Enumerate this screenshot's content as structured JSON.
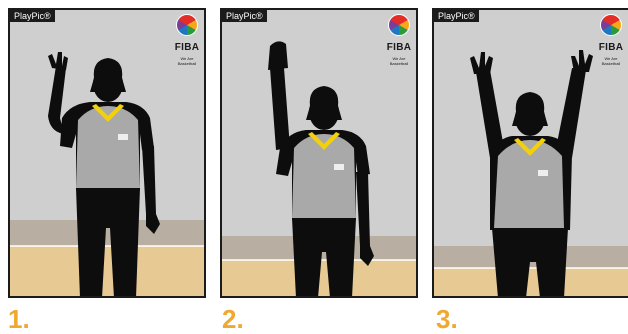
{
  "panels": [
    {
      "brand": "PlayPic®",
      "logo_text": "FIBA",
      "logo_tagline": "We Are Basketball",
      "number": "1."
    },
    {
      "brand": "PlayPic®",
      "logo_text": "FIBA",
      "logo_tagline": "We Are Basketball",
      "number": "2."
    },
    {
      "brand": "PlayPic®",
      "logo_text": "FIBA",
      "logo_tagline": "We Are Basketball",
      "number": "3."
    }
  ],
  "icons": [
    "fiba-ball-logo"
  ],
  "colors": {
    "background": "#cfcfd0",
    "wall_stripe": "#b8aea2",
    "floor": "#e7c993",
    "silhouette": "#0d0d0d",
    "shirt": "#a9a9a9",
    "collar": "#f2d10c",
    "number": "#f0a830"
  }
}
